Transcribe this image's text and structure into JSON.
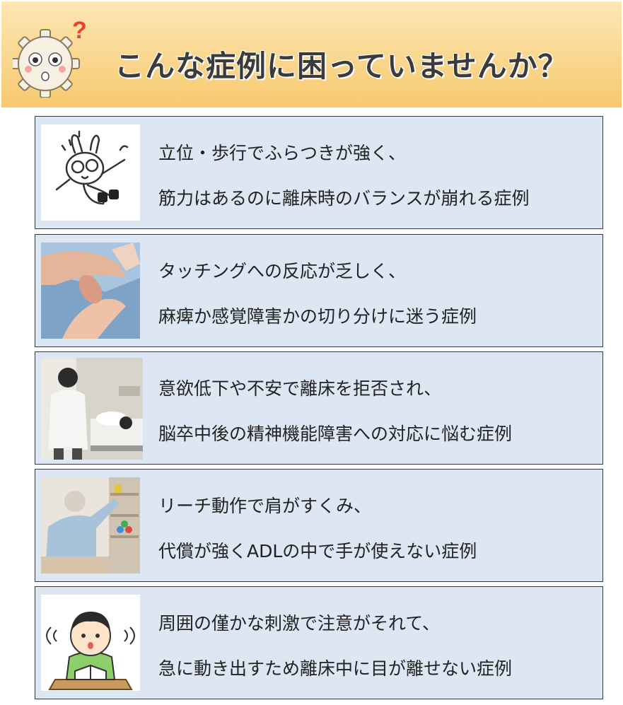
{
  "header": {
    "title": "こんな症例に困っていませんか？",
    "mascot_icon": "confused-gear-mascot",
    "question_mark": "?",
    "background_color": "#f8d07a"
  },
  "cases": [
    {
      "image_icon": "stumbling-rabbit-illustration",
      "line1": "立位・歩行でふらつきが強く、",
      "line2": "筋力はあるのに離床時のバランスが崩れる症例"
    },
    {
      "image_icon": "hand-touching-photo",
      "line1": "タッチングへの反応が乏しく、",
      "line2": "麻痺か感覚障害かの切り分けに迷う症例"
    },
    {
      "image_icon": "patient-refusing-bed-photo",
      "line1": "意欲低下や不安で離床を拒否され、",
      "line2": "脳卒中後の精神機能障害への対応に悩む症例"
    },
    {
      "image_icon": "elderly-reaching-photo",
      "line1": "リーチ動作で肩がすくみ、",
      "line2": "代償が強くADLの中で手が使えない症例"
    },
    {
      "image_icon": "distracted-child-illustration",
      "line1": "周囲の僅かな刺激で注意がそれて、",
      "line2": "急に動き出すため離床中に目が離せない症例"
    }
  ],
  "colors": {
    "card_background": "#dde6f3",
    "card_border": "#2f3b4c",
    "question_mark": "#e8432e"
  }
}
